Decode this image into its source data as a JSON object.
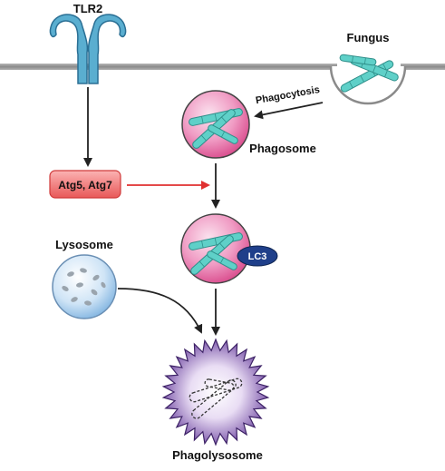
{
  "labels": {
    "tlr2": "TLR2",
    "fungus": "Fungus",
    "phagocytosis": "Phagocytosis",
    "phagosome": "Phagosome",
    "atg": "Atg5, Atg7",
    "lc3": "LC3",
    "lysosome": "Lysosome",
    "phagolysosome": "Phagolysosome"
  },
  "colors": {
    "membrane": "#8a8a8a",
    "receptor": "#5aaed0",
    "fungus_fill": "#5fd0c8",
    "vesicle_pink": "#e45c9a",
    "atg_box": "#f06a6a",
    "red_arrow": "#e03030",
    "lc3": "#1f3f8a",
    "lysosome_blue": "#9cc6ea",
    "phagolysosome_purple": "#7a52a8"
  }
}
